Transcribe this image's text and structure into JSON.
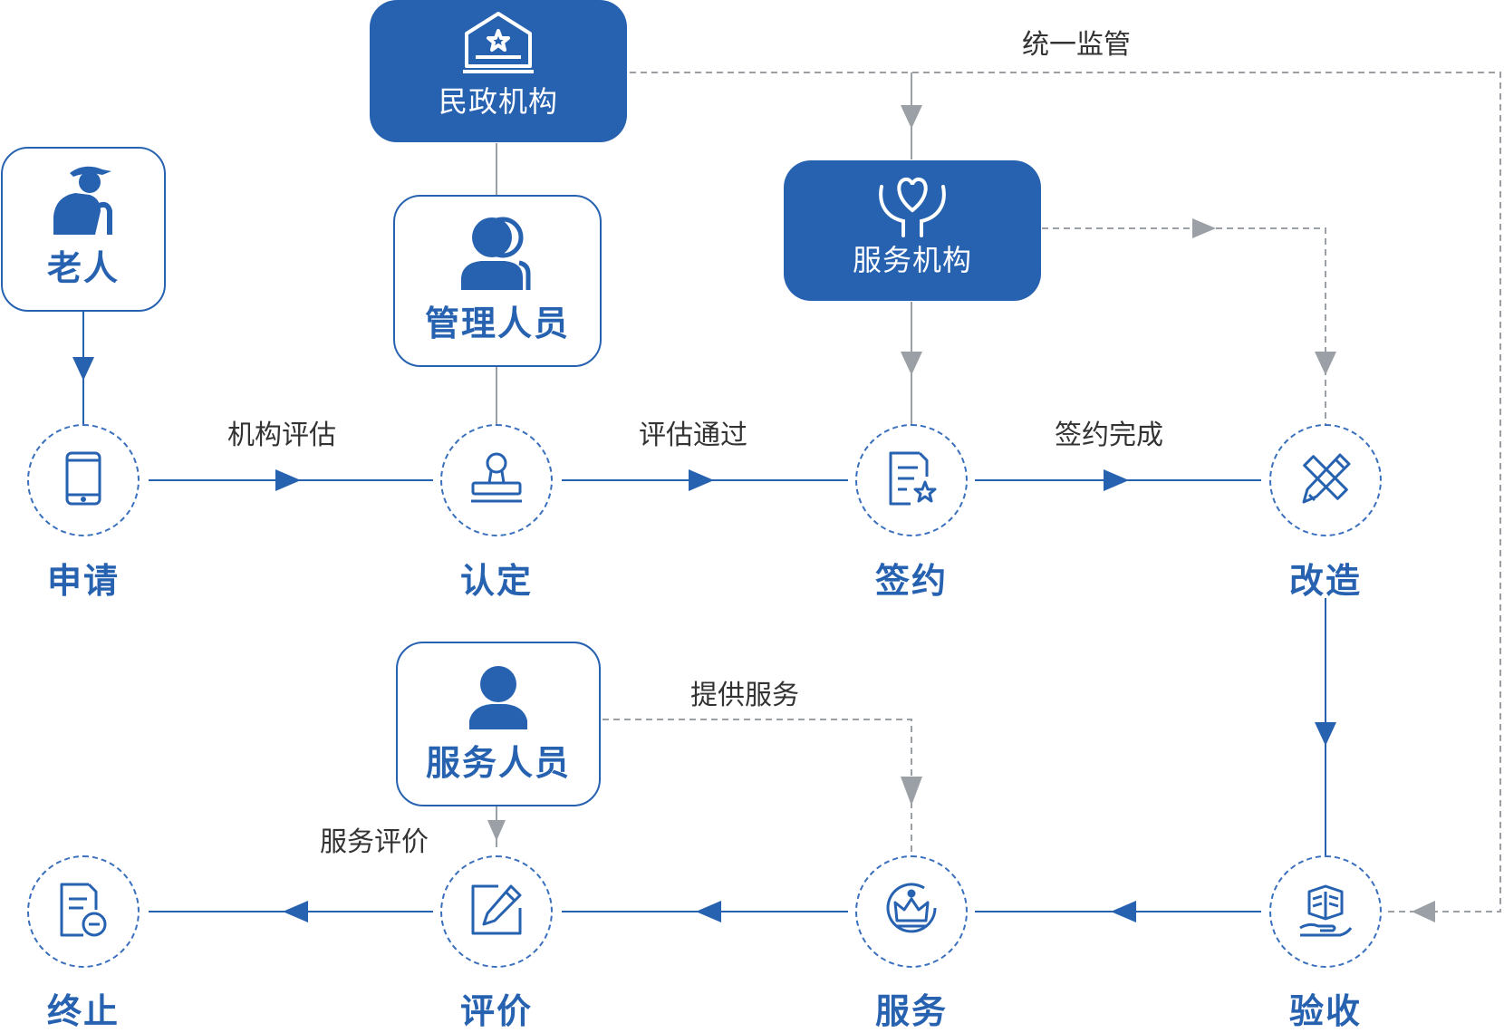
{
  "colors": {
    "primary": "#2762b1",
    "gray_arrow": "#9aa0a6",
    "text": "#333333"
  },
  "actors": {
    "civil_affairs": {
      "label": "民政机构",
      "icon": "government-building-icon"
    },
    "service_org": {
      "label": "服务机构",
      "icon": "heart-hands-icon"
    },
    "elderly": {
      "label": "老人",
      "icon": "elderly-person-icon"
    },
    "admin_staff": {
      "label": "管理人员",
      "icon": "people-icon"
    },
    "service_staff": {
      "label": "服务人员",
      "icon": "person-icon"
    }
  },
  "steps": [
    {
      "label": "申请",
      "icon": "mobile-phone-icon"
    },
    {
      "label": "认定",
      "icon": "stamp-icon"
    },
    {
      "label": "签约",
      "icon": "contract-icon"
    },
    {
      "label": "改造",
      "icon": "ruler-pencil-icon"
    },
    {
      "label": "验收",
      "icon": "hand-books-icon"
    },
    {
      "label": "服务",
      "icon": "crown-icon"
    },
    {
      "label": "评价",
      "icon": "edit-icon"
    },
    {
      "label": "终止",
      "icon": "document-minus-icon"
    }
  ],
  "edge_labels": {
    "unified_supervision": "统一监管",
    "org_assessment": "机构评估",
    "assessment_passed": "评估通过",
    "contract_done": "签约完成",
    "provide_service": "提供服务",
    "service_evaluation": "服务评价"
  }
}
